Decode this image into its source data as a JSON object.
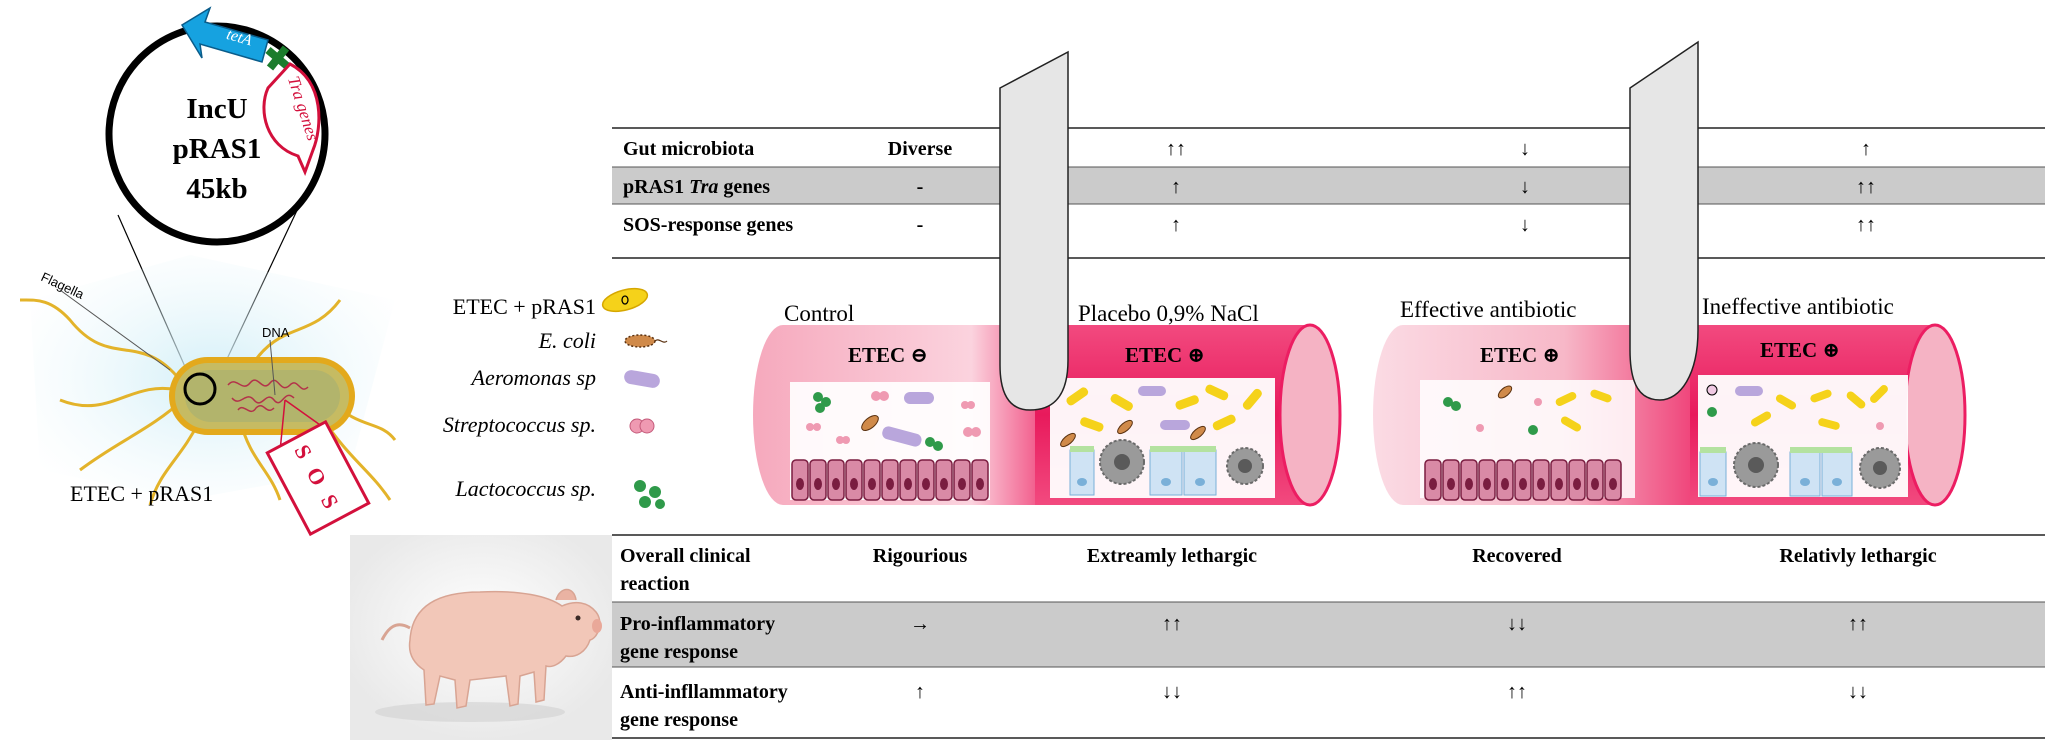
{
  "plasmid": {
    "inc_group": "IncU",
    "name": "pRAS1",
    "size": "45kb",
    "tetA_label": "tetA",
    "tra_label": "Tra genes"
  },
  "bacterium": {
    "flagella_label": "Flagella",
    "dna_label": "DNA",
    "sos_label": "S O S",
    "caption": "ETEC + pRAS1"
  },
  "legend": [
    {
      "label": "ETEC + pRAS1",
      "icon": "etec-cell-icon"
    },
    {
      "label": "E. coli",
      "icon": "ecoli-cell-icon"
    },
    {
      "label": "Aeromonas sp",
      "icon": "aeromonas-cell-icon"
    },
    {
      "label": "Streptococcus sp.",
      "icon": "streptococcus-cell-icon"
    },
    {
      "label": "Lactococcus sp.",
      "icon": "lactococcus-cell-icon"
    }
  ],
  "groups": [
    {
      "name": "Control",
      "etec": "ETEC ⊖"
    },
    {
      "name": "Placebo 0,9% NaCl",
      "etec": "ETEC ⊕"
    },
    {
      "name": "Effective antibiotic",
      "etec": "ETEC ⊕"
    },
    {
      "name": "Ineffective antibiotic",
      "etec": "ETEC ⊕"
    }
  ],
  "top_table": [
    {
      "label_parts": [
        "Gut microbiota"
      ],
      "values": [
        "Diverse",
        "↑↑",
        "↓",
        "↑"
      ]
    },
    {
      "label_parts": [
        "pRAS1 ",
        "Tra",
        " genes"
      ],
      "values": [
        "-",
        "↑",
        "↓",
        "↑↑"
      ]
    },
    {
      "label_parts": [
        "SOS-response genes"
      ],
      "values": [
        "-",
        "↑",
        "↓",
        "↑↑"
      ]
    }
  ],
  "bottom_table": [
    {
      "label_lines": [
        "Overall clinical",
        "reaction"
      ],
      "values": [
        "Rigourious",
        "Extreamly lethargic",
        "Recovered",
        "Relativly  lethargic"
      ]
    },
    {
      "label_lines": [
        "Pro-inflammatory",
        "gene response"
      ],
      "values": [
        "→",
        "↑↑",
        "↓↓",
        "↑↑"
      ]
    },
    {
      "label_lines": [
        "Anti-infllammatory",
        "gene response"
      ],
      "values": [
        "↑",
        "↓↓",
        "↑↑",
        "↓↓"
      ]
    }
  ],
  "colors": {
    "gut_light": "#f7bccb",
    "gut_strong": "#ec1d62",
    "etec_cell": "#f5d21a",
    "aeromonas": "#b9a6dc",
    "streptococcus": "#ef9ab2",
    "lactococcus": "#2f9a4a",
    "epithelium": "#a72c57",
    "tetA": "#16a2e0",
    "tra": "#d3103c",
    "row_shade": "#cbcbcb"
  }
}
